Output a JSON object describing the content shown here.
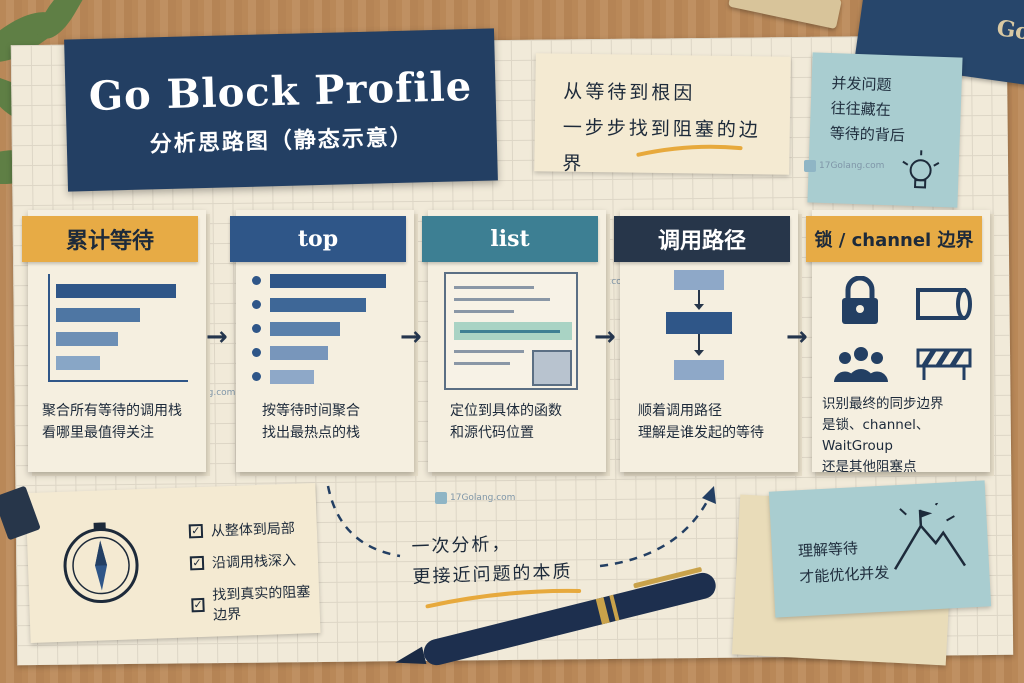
{
  "title": {
    "main": "Go Block Profile",
    "sub": "分析思路图（静态示意）"
  },
  "top_note": {
    "line1": "从等待到根因",
    "line2": "一步步找到阻塞的边界"
  },
  "corner_note": {
    "line1": "并发问题",
    "line2": "往往藏在",
    "line3": "等待的背后"
  },
  "book_label": "Go",
  "watermark": "17Golang.com",
  "steps": [
    {
      "label": "累计等待",
      "desc1": "聚合所有等待的调用栈",
      "desc2": "看哪里最值得关注",
      "color": "#e7ab45",
      "text_color": "#1d2a3a"
    },
    {
      "label": "top",
      "desc1": "按等待时间聚合",
      "desc2": "找出最热点的栈",
      "color": "#2f5688",
      "text_color": "#ffffff"
    },
    {
      "label": "list",
      "desc1": "定位到具体的函数",
      "desc2": "和源代码位置",
      "color": "#3d7f93",
      "text_color": "#ffffff"
    },
    {
      "label": "调用路径",
      "desc1": "顺着调用路径",
      "desc2": "理解是谁发起的等待",
      "color": "#27364a",
      "text_color": "#ffffff"
    },
    {
      "label": "锁 / channel 边界",
      "desc1": "识别最终的同步边界",
      "desc2": "是锁、channel、WaitGroup",
      "desc3": "还是其他阻塞点",
      "color": "#e7ab45",
      "text_color": "#1d2a3a"
    }
  ],
  "checklist": [
    "从整体到局部",
    "沿调用栈深入",
    "找到真实的阻塞边界"
  ],
  "center_text": {
    "line1": "一次分析，",
    "line2": "更接近问题的本质"
  },
  "bottom_note": {
    "line1": "理解等待",
    "line2": "才能优化并发"
  },
  "colors": {
    "navy": "#233f63",
    "accent": "#e7ab45",
    "paper": "#f1ead9",
    "teal_note": "#a9cdd0"
  }
}
